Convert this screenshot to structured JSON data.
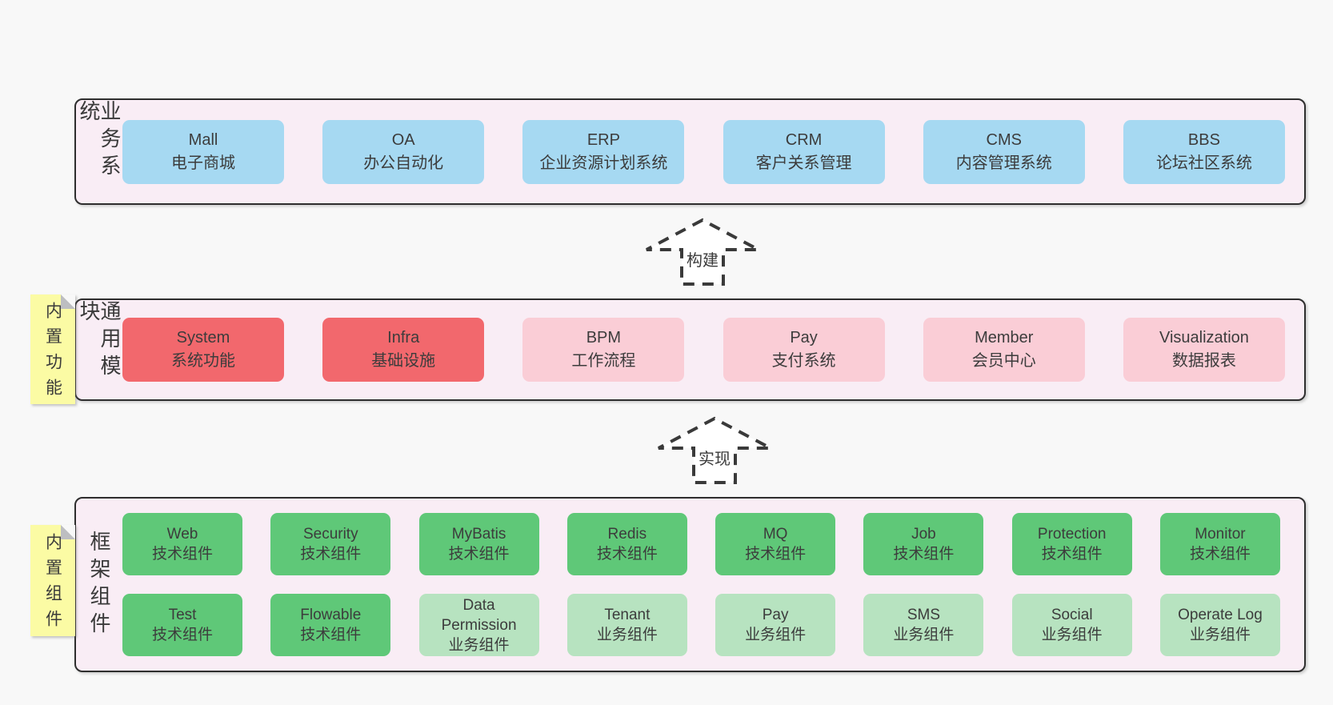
{
  "colors": {
    "page_bg": "#f8f8f8",
    "panel_bg": "#f9edf5",
    "panel_border": "#2e2e2e",
    "business_box_blue": "#a6d9f2",
    "core_module_red": "#f2686d",
    "module_pink": "#facdd6",
    "tech_green": "#5fc878",
    "biz_light_green": "#b7e3c0",
    "note_yellow": "#fbfba4",
    "note_fold_gray": "#bdbec1",
    "text": "#3a3a3a"
  },
  "arrows": [
    {
      "label": "构建"
    },
    {
      "label": "实现"
    }
  ],
  "layers": {
    "business": {
      "label": "业务系统",
      "boxes": [
        {
          "title": "Mall",
          "subtitle": "电子商城"
        },
        {
          "title": "OA",
          "subtitle": "办公自动化"
        },
        {
          "title": "ERP",
          "subtitle": "企业资源计划系统"
        },
        {
          "title": "CRM",
          "subtitle": "客户关系管理"
        },
        {
          "title": "CMS",
          "subtitle": "内容管理系统"
        },
        {
          "title": "BBS",
          "subtitle": "论坛社区系统"
        }
      ]
    },
    "modules": {
      "label": "通用模块",
      "note": "内置功能",
      "boxes": [
        {
          "title": "System",
          "subtitle": "系统功能"
        },
        {
          "title": "Infra",
          "subtitle": "基础设施"
        },
        {
          "title": "BPM",
          "subtitle": "工作流程"
        },
        {
          "title": "Pay",
          "subtitle": "支付系统"
        },
        {
          "title": "Member",
          "subtitle": "会员中心"
        },
        {
          "title": "Visualization",
          "subtitle": "数据报表"
        }
      ]
    },
    "framework": {
      "label": "框架组件",
      "note": "内置组件",
      "row1": [
        {
          "title": "Web",
          "subtitle": "技术组件"
        },
        {
          "title": "Security",
          "subtitle": "技术组件"
        },
        {
          "title": "MyBatis",
          "subtitle": "技术组件"
        },
        {
          "title": "Redis",
          "subtitle": "技术组件"
        },
        {
          "title": "MQ",
          "subtitle": "技术组件"
        },
        {
          "title": "Job",
          "subtitle": "技术组件"
        },
        {
          "title": "Protection",
          "subtitle": "技术组件"
        },
        {
          "title": "Monitor",
          "subtitle": "技术组件"
        }
      ],
      "row2": [
        {
          "title": "Test",
          "subtitle": "技术组件"
        },
        {
          "title": "Flowable",
          "subtitle": "技术组件"
        },
        {
          "title": "Data Permission",
          "subtitle": "业务组件"
        },
        {
          "title": "Tenant",
          "subtitle": "业务组件"
        },
        {
          "title": "Pay",
          "subtitle": "业务组件"
        },
        {
          "title": "SMS",
          "subtitle": "业务组件"
        },
        {
          "title": "Social",
          "subtitle": "业务组件"
        },
        {
          "title": "Operate Log",
          "subtitle": "业务组件"
        }
      ]
    }
  }
}
